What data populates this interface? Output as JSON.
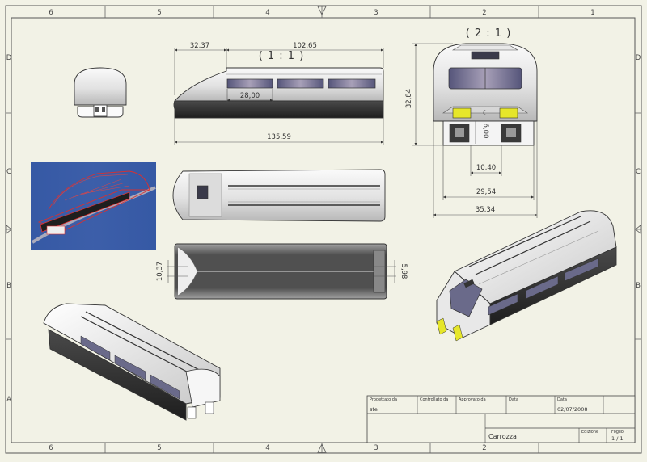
{
  "sheet": {
    "col_labels": [
      "6",
      "5",
      "4",
      "3",
      "2",
      "1"
    ],
    "row_labels": [
      "D",
      "C",
      "B",
      "A"
    ]
  },
  "views": {
    "side_scale": "( 1 : 1 )",
    "front_scale": "( 2 : 1 )"
  },
  "dimensions": {
    "nose_len": "32,37",
    "body_len": "102,65",
    "window_len": "28,00",
    "total_len": "135,59",
    "height": "32,84",
    "inner_h": "6,00",
    "gap_w": "10,40",
    "track_w": "29,54",
    "total_w": "35,34",
    "bottom_left": "10,37",
    "bottom_right": "5,98"
  },
  "title_block": {
    "designed_by_label": "Progettato da",
    "designed_by_value": "ste",
    "checked_by_label": "Controllato da",
    "approved_by_label": "Approvato da",
    "date1_label": "Data",
    "date2_label": "Data",
    "date2_value": "02/07/2008",
    "title": "Carrozza",
    "edition_label": "Edizione",
    "sheet_label": "Foglio",
    "sheet_value": "1 / 1"
  },
  "colors": {
    "paper": "#f2f2e6",
    "line": "#333333",
    "body_light": "#f4f4f4",
    "body_dark": "#2a2a2a",
    "window": "#6a6a8a",
    "headlight": "#e6e62a",
    "render_bg": "#3359a8",
    "render_red": "#d93030"
  }
}
